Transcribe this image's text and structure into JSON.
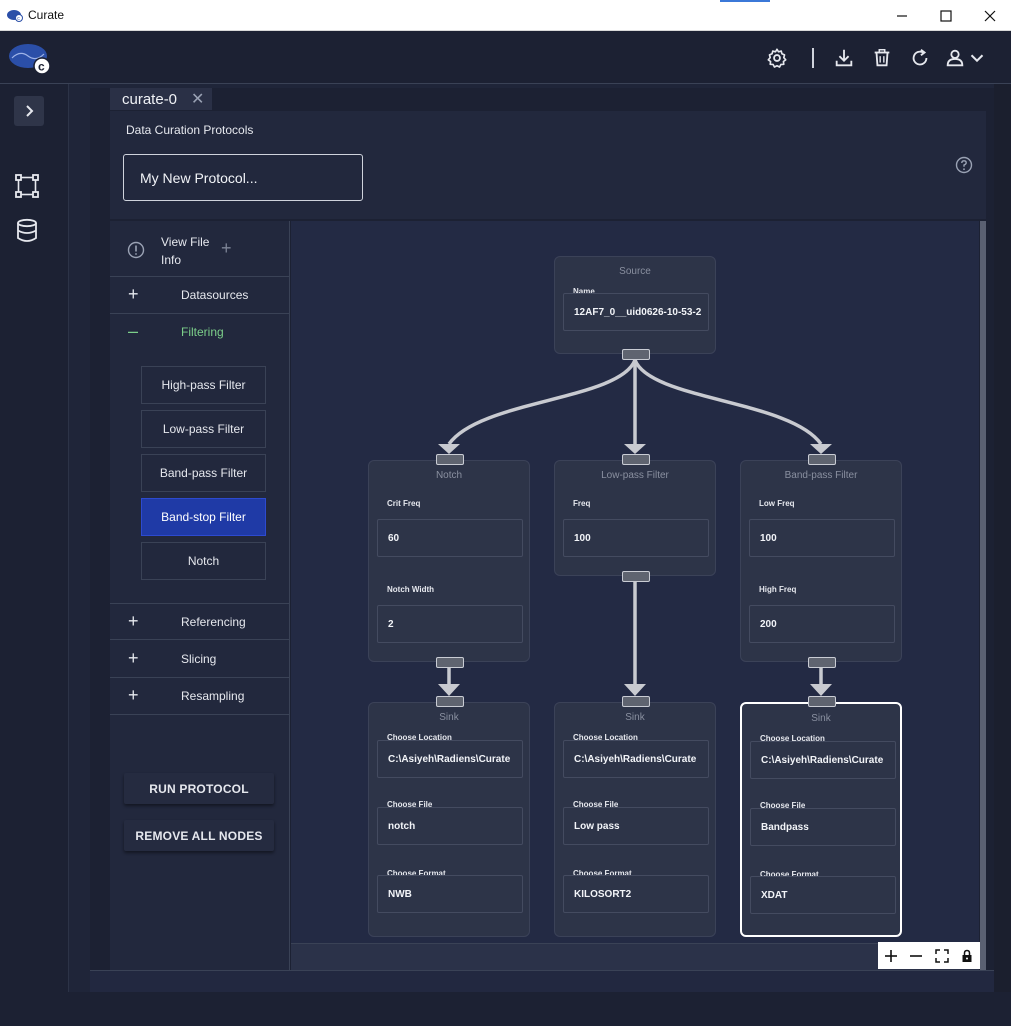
{
  "window": {
    "title": "Curate"
  },
  "colors": {
    "background": "#1c2133",
    "panel": "#22283d",
    "canvas": "#232a44",
    "active_button": "#1f3aa6",
    "filtering_green": "#7ccf8a",
    "edge": "#c8cad0"
  },
  "header": {
    "icons": [
      "gear-icon",
      "download-icon",
      "trash-icon",
      "refresh-icon",
      "user-icon",
      "chevron-down-icon"
    ]
  },
  "tab": {
    "label": "curate-0",
    "close": "✕"
  },
  "protocol": {
    "section_label": "Data Curation Protocols",
    "name_value": "My New Protocol..."
  },
  "sidebar": {
    "view_file_info": {
      "line1": "View File",
      "line2": "Info",
      "plus": "+"
    },
    "groups": [
      {
        "sign": "+",
        "label": "Datasources"
      },
      {
        "sign": "–",
        "label": "Filtering"
      },
      {
        "sign": "+",
        "label": "Referencing"
      },
      {
        "sign": "+",
        "label": "Slicing"
      },
      {
        "sign": "+",
        "label": "Resampling"
      }
    ],
    "filters": [
      "High-pass Filter",
      "Low-pass Filter",
      "Band-pass Filter",
      "Band-stop Filter",
      "Notch"
    ],
    "active_filter": "Band-stop Filter",
    "run_protocol": "RUN PROTOCOL",
    "remove_all": "REMOVE ALL NODES"
  },
  "nodes": {
    "source": {
      "title": "Source",
      "name_label": "Name",
      "name_value": "12AF7_0__uid0626-10-53-2"
    },
    "notch": {
      "title": "Notch",
      "f1_label": "Crit Freq",
      "f1_value": "60",
      "f2_label": "Notch Width",
      "f2_value": "2"
    },
    "lowpass": {
      "title": "Low-pass Filter",
      "f1_label": "Freq",
      "f1_value": "100"
    },
    "bandpass": {
      "title": "Band-pass Filter",
      "f1_label": "Low Freq",
      "f1_value": "100",
      "f2_label": "High Freq",
      "f2_value": "200"
    },
    "sinks": [
      {
        "title": "Sink",
        "loc_label": "Choose Location",
        "loc_value": "C:\\Asiyeh\\Radiens\\Curate",
        "file_label": "Choose File",
        "file_value": "notch",
        "fmt_label": "Choose Format",
        "fmt_value": "NWB"
      },
      {
        "title": "Sink",
        "loc_label": "Choose Location",
        "loc_value": "C:\\Asiyeh\\Radiens\\Curate",
        "file_label": "Choose File",
        "file_value": "Low pass",
        "fmt_label": "Choose Format",
        "fmt_value": "KILOSORT2"
      },
      {
        "title": "Sink",
        "loc_label": "Choose Location",
        "loc_value": "C:\\Asiyeh\\Radiens\\Curate",
        "file_label": "Choose File",
        "file_value": "Bandpass",
        "fmt_label": "Choose Format",
        "fmt_value": "XDAT"
      }
    ]
  },
  "zoom_controls": [
    "zoom-in-icon",
    "zoom-out-icon",
    "fit-view-icon",
    "lock-icon"
  ]
}
